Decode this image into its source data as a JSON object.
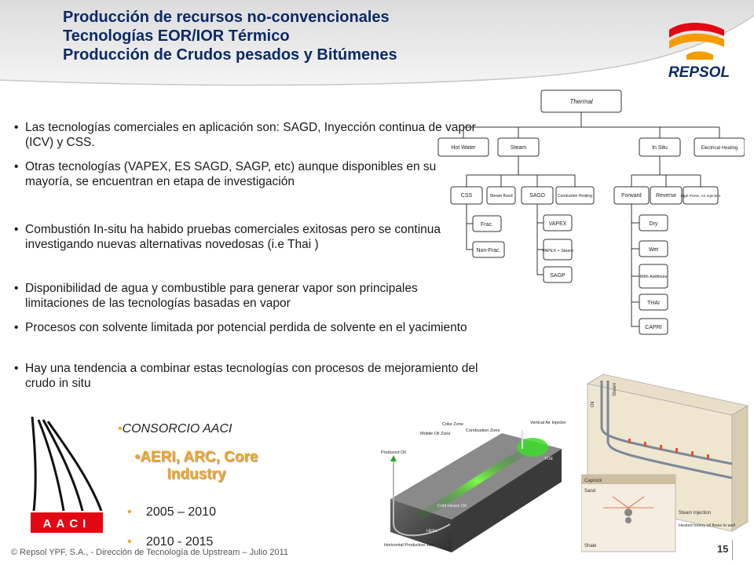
{
  "header": {
    "title_lines": [
      "Producción de recursos no-convencionales",
      "Tecnologías  EOR/IOR Térmico",
      "Producción de Crudos pesados y Bitúmenes"
    ]
  },
  "logo": {
    "text": "REPSOL",
    "colors": {
      "red": "#e30613",
      "orange": "#f59c00",
      "navy": "#0b2a66"
    }
  },
  "bullets": [
    "Las tecnologías comerciales en aplicación son: SAGD, Inyección continua de vapor (ICV) y CSS.",
    "Otras tecnologías (VAPEX, ES SAGD, SAGP, etc) aunque disponibles en su mayoría, se encuentran en etapa de investigación",
    "Combustión In-situ  ha habido pruebas comerciales  exitosas pero se continua investigando nuevas alternativas novedosas (i.e Thai )",
    "Disponibilidad de agua y combustible para generar vapor son principales limitaciones de las tecnologías basadas en vapor",
    "Procesos con solvente limitada por potencial perdida de solvente en el yacimiento",
    "Hay una tendencia a combinar estas tecnologías con procesos de mejoramiento del crudo in situ"
  ],
  "tree": {
    "root": "Thermal",
    "level1": [
      "Hot Water",
      "Steam",
      "In Situ",
      "Electrical Heating"
    ],
    "steam_children": [
      "CSS",
      "Steam flood",
      "SAGD",
      "Conduction Heating"
    ],
    "insitu_children": [
      "Forward",
      "Reverse",
      "High Press. Air Injection"
    ],
    "css_children": [
      "Frac.",
      "Non-Frac."
    ],
    "sagd_children": [
      "VAPEX",
      "VAPEX + Steam",
      "SAGP"
    ],
    "forward_children": [
      "Dry",
      "Wet",
      "With Additives",
      "THAI",
      "CAPRI"
    ]
  },
  "aaci": {
    "logo_text": "AACI"
  },
  "consortium": {
    "name": "CONSORCIO AACI",
    "members": "AERI, ARC, Core Industry",
    "periods": [
      "2005 – 2010",
      "2010 - 2015"
    ]
  },
  "combustion_diagram": {
    "labels": [
      "Coke Zone",
      "Combustion Zone",
      "Mobile Oil Zone",
      "Vertical Air Injector",
      "Produced Oil",
      "TOE",
      "Cold Heavy Oil",
      "HEEL",
      "Horizontal Production Well"
    ]
  },
  "sagd_diagram": {
    "labels": [
      "Oil",
      "Steam",
      "Caprock",
      "Sand",
      "Steam injection",
      "Heated heavy oil flows to well",
      "Shale"
    ]
  },
  "footer": {
    "copyright": "© Repsol YPF, S.A.,  - Dirección de Tecnología de Upstream – Julio 2011",
    "page_number": "15"
  }
}
